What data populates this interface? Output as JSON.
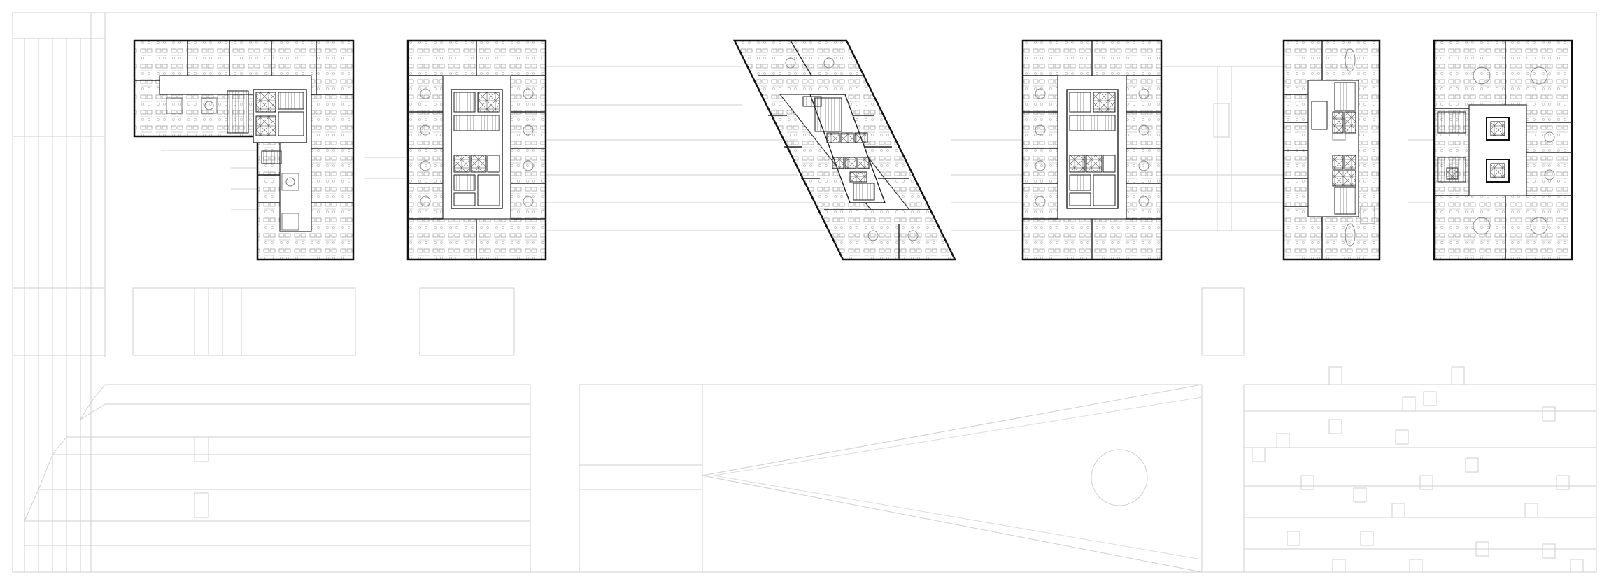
{
  "drawing": {
    "kind": "architectural floor plan sheet",
    "colors": {
      "background": "#ffffff",
      "wall": "#111111",
      "interior_line": "#3a3a3a",
      "furniture": "#9a9a9a",
      "site_line": "#cfcfcf"
    },
    "buildings": [
      {
        "id": "l-shaped-tower",
        "shape": "L"
      },
      {
        "id": "rectangular-tower-a",
        "shape": "rectangle"
      },
      {
        "id": "parallelogram-tower",
        "shape": "parallelogram"
      },
      {
        "id": "rectangular-tower-b",
        "shape": "rectangle"
      },
      {
        "id": "narrow-tower",
        "shape": "rectangle"
      },
      {
        "id": "square-core-tower",
        "shape": "rectangle"
      }
    ],
    "site_features": [
      {
        "id": "stepped-terraces"
      },
      {
        "id": "triangular-plaza"
      },
      {
        "id": "circular-feature"
      },
      {
        "id": "scattered-blocks"
      }
    ]
  }
}
